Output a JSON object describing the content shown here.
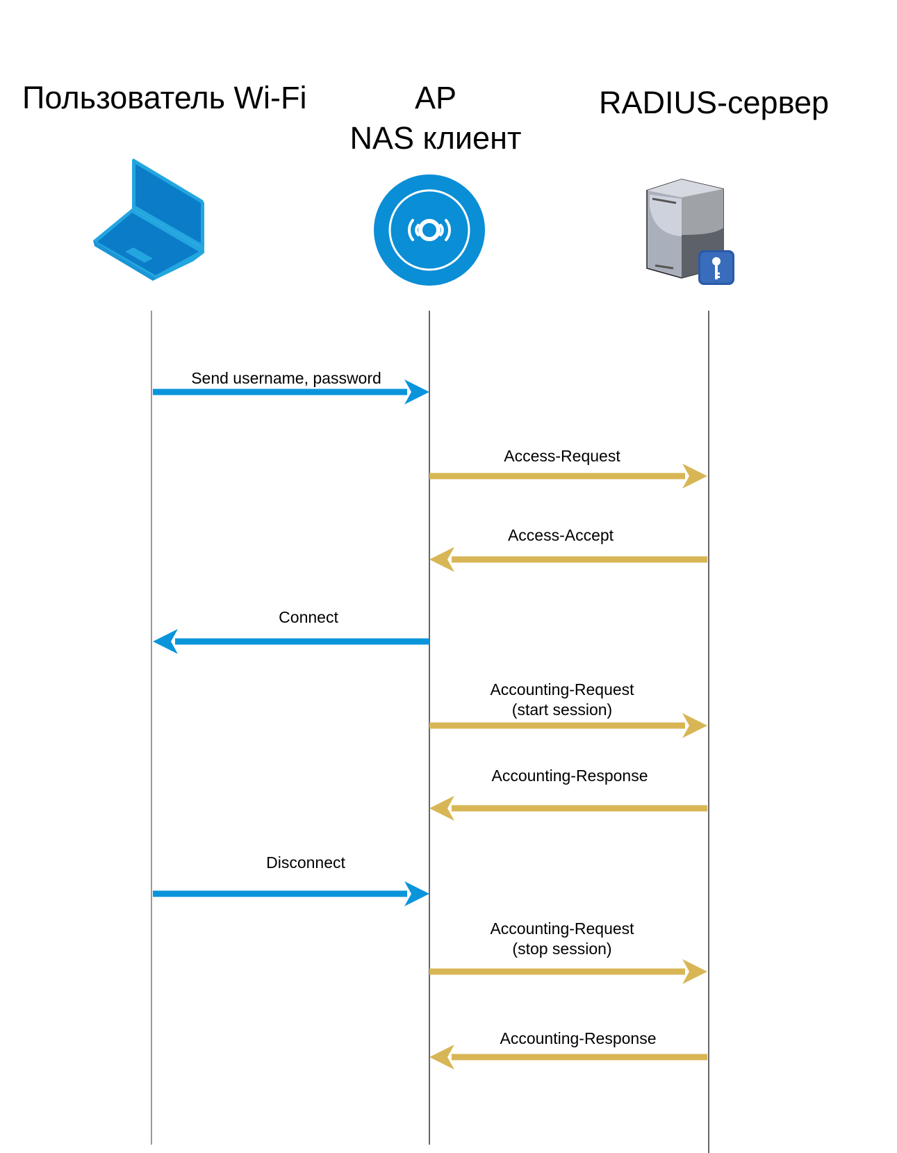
{
  "actors": [
    {
      "id": "user",
      "title_lines": [
        "Пользователь Wi-Fi"
      ],
      "icon": "laptop-icon"
    },
    {
      "id": "ap",
      "title_lines": [
        "AP",
        "NAS клиент"
      ],
      "icon": "access-point-icon"
    },
    {
      "id": "radius",
      "title_lines": [
        "RADIUS-сервер"
      ],
      "icon": "server-key-icon"
    }
  ],
  "colors": {
    "client_flow": "#0A95DB",
    "radius_flow": "#D8B655",
    "lifeline_left": "#777777",
    "lifeline": "#000000"
  },
  "messages": [
    {
      "from": "user",
      "to": "ap",
      "label_lines": [
        "Send username, password"
      ],
      "flow": "client_flow"
    },
    {
      "from": "ap",
      "to": "radius",
      "label_lines": [
        "Access-Request"
      ],
      "flow": "radius_flow"
    },
    {
      "from": "radius",
      "to": "ap",
      "label_lines": [
        "Access-Accept"
      ],
      "flow": "radius_flow"
    },
    {
      "from": "ap",
      "to": "user",
      "label_lines": [
        "Connect"
      ],
      "flow": "client_flow"
    },
    {
      "from": "ap",
      "to": "radius",
      "label_lines": [
        "Accounting-Request",
        "(start session)"
      ],
      "flow": "radius_flow"
    },
    {
      "from": "radius",
      "to": "ap",
      "label_lines": [
        "Accounting-Response"
      ],
      "flow": "radius_flow"
    },
    {
      "from": "user",
      "to": "ap",
      "label_lines": [
        "Disconnect"
      ],
      "flow": "client_flow"
    },
    {
      "from": "ap",
      "to": "radius",
      "label_lines": [
        "Accounting-Request",
        "(stop session)"
      ],
      "flow": "radius_flow"
    },
    {
      "from": "radius",
      "to": "ap",
      "label_lines": [
        "Accounting-Response"
      ],
      "flow": "radius_flow"
    }
  ]
}
